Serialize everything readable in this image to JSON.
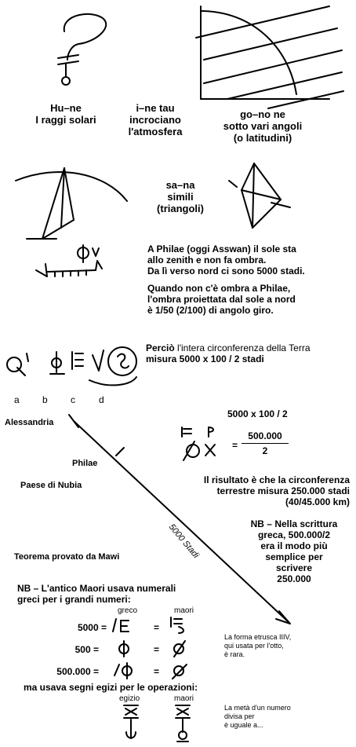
{
  "captions": {
    "hune_line1": "Hu–ne",
    "hune_line2": "I raggi solari",
    "inetau_line1": "i–ne tau",
    "inetau_line2": "incrociano",
    "inetau_line3": "l'atmosfera",
    "gono_line1": "go–no ne",
    "gono_line2": "sotto vari angoli",
    "gono_line3": "(o latitudini)",
    "sana_line1": "sa–na",
    "sana_line2": "simili",
    "sana_line3": "(triangoli)"
  },
  "philae_text": {
    "line1": "A Philae (oggi Asswan) il sole sta",
    "line2": "allo zenith e non fa ombra.",
    "line3": "Da lì verso nord ci sono 5000 stadi.",
    "line4": "Quando non c'è ombra a Philae,",
    "line5": "l'ombra proiettata dal sole a nord",
    "line6": "è 1/50 (2/100) di angolo giro."
  },
  "perimeter": {
    "bold_word": "Perciò",
    "line1_rest": " l'intera circonferenza della Terra",
    "line2": "misura 5000 x 100 / 2 stadi"
  },
  "glyph_labels": [
    "a",
    "b",
    "c",
    "d"
  ],
  "map": {
    "alessandria": "Alessandria",
    "philae": "Philae",
    "nubia": "Paese di Nubia",
    "stadi_note": "5000 Stadi",
    "mawi": "Teorema provato da Mawi"
  },
  "formula": {
    "expr": "5000 x 100 / 2",
    "eq": "=",
    "numerator": "500.000",
    "denominator": "2"
  },
  "result": {
    "line1": "Il risultato è che la circonferenza",
    "line2": "terrestre misura 250.000 stadi",
    "line3": "(40/45.000 km)"
  },
  "nb_greek": {
    "line1": "NB – Nella scrittura",
    "line2": "greca, 500.000/2",
    "line3": "era il modo più",
    "line4": "semplice per",
    "line5": "scrivere",
    "line6": "250.000"
  },
  "nb_maori": {
    "line1": "NB – L'antico Maori usava numerali",
    "line2": "greci per i grandi numeri:",
    "col_greek": "greco",
    "col_maori": "maori",
    "rows": [
      "5000 =",
      "500 =",
      "500.000 ="
    ],
    "eq_sign": "=",
    "egypt_line": "ma usava segni egizi per le operazioni:",
    "col_egypt": "egizio",
    "col_maori2": "maori"
  },
  "side_notes": {
    "etrusca_line1": "La forma etrusca IIIV,",
    "etrusca_line2": "qui usata per l'otto,",
    "etrusca_line3": "è rara.",
    "meta_line1": "La metà d'un numero",
    "meta_line2": "divisa per",
    "meta_line3": "è uguale a..."
  }
}
